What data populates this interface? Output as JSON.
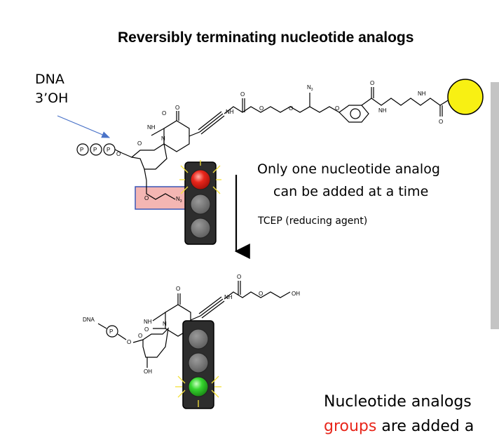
{
  "title": "Reversibly terminating nucleotide analogs",
  "dna_label": {
    "line1": "DNA",
    "line2": "3’OH"
  },
  "description": {
    "line1": "Only one nucleotide analog",
    "line2": "can be added at a time"
  },
  "reagent": "TCEP (reducing agent)",
  "bottom_text": {
    "line1": "Nucleotide analogs",
    "line2_red": "groups",
    "line2_rest": " are added a"
  },
  "chem_labels": {
    "phosphate": "P",
    "dna": "DNA",
    "nh": "NH",
    "h": "H",
    "o": "O",
    "n": "N",
    "oh": "OH",
    "n3": "N",
    "n3_sub": "3"
  },
  "traffic_lights": {
    "top": {
      "lit": "red"
    },
    "bottom": {
      "lit": "green"
    }
  },
  "colors": {
    "azide_box": "#f4b6b3",
    "azide_box_border": "#3a56b6",
    "fluorophore": "#f8f013",
    "red_light": "#e8261b",
    "green_light": "#35d62e",
    "arrow_blue": "#4a73c8",
    "side_bar": "#c4c4c4"
  }
}
